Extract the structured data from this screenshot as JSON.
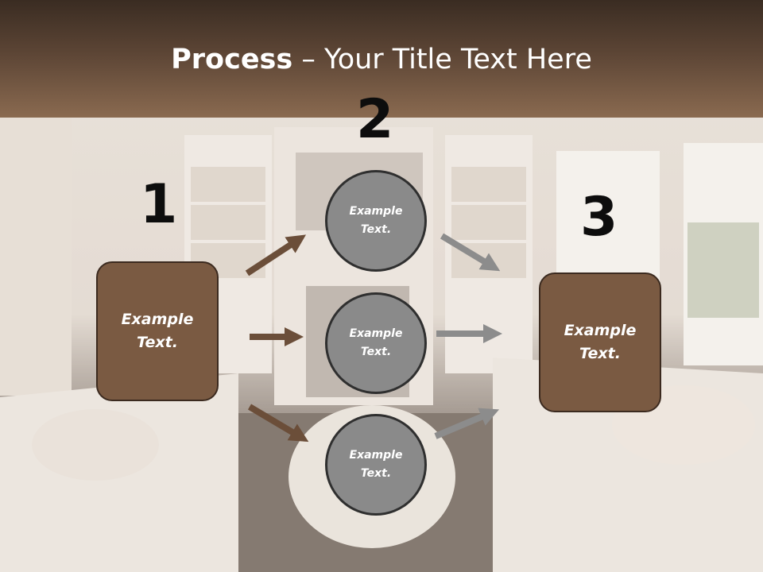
{
  "slide": {
    "title_bold": "Process",
    "title_rest": " – Your Title Text Here"
  },
  "steps": {
    "one": "1",
    "two": "2",
    "three": "3"
  },
  "boxes": {
    "left": "Example Text.",
    "right": "Example Text."
  },
  "circles": [
    {
      "text": "Example Text."
    },
    {
      "text": "Example Text."
    },
    {
      "text": "Example Text."
    }
  ],
  "colors": {
    "header_dark": "#3a2c22",
    "header_light": "#8a6a50",
    "box_fill": "#7a5a42",
    "circle_fill": "#8a8a8a",
    "brown_arrow": "#6b4e39",
    "gray_arrow": "#8c8c8c"
  }
}
